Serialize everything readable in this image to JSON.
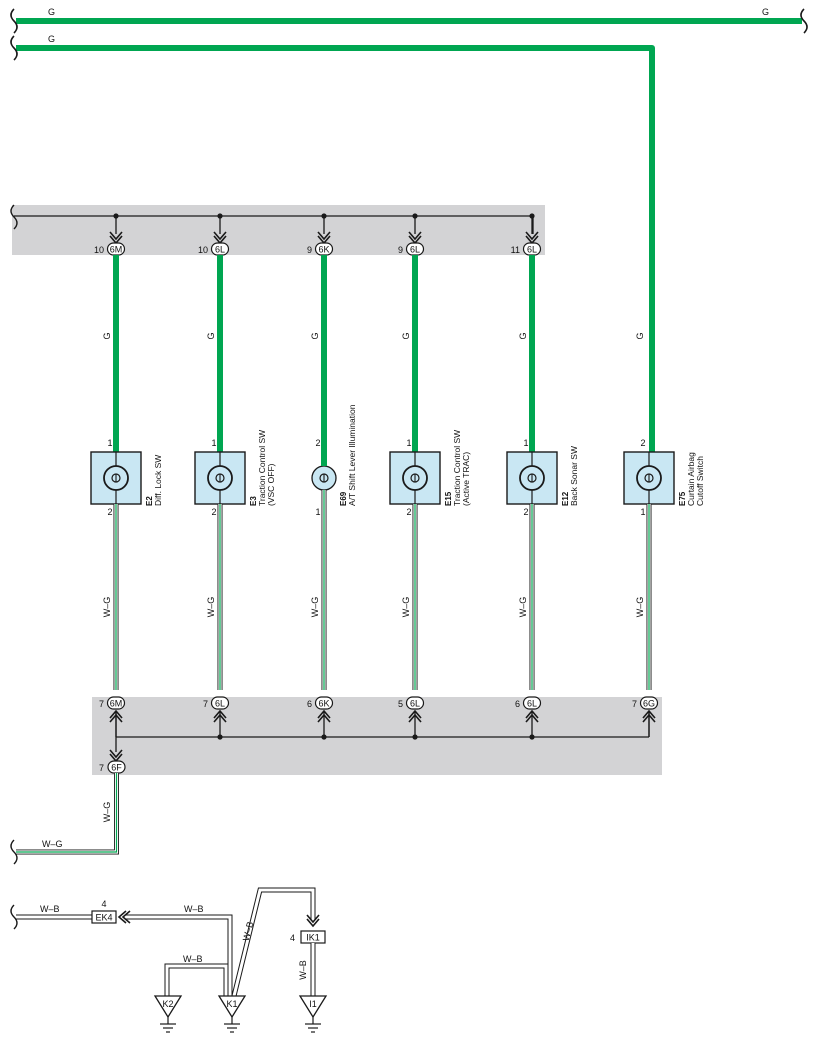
{
  "colors": {
    "green_wire": "#00a651",
    "wg_stripe": "#00a651",
    "band_gray": "#d3d3d5",
    "switch_fill": "#c9e7f3",
    "line": "#1a1a1a"
  },
  "top_wires": [
    {
      "label_left": "G",
      "label_right": "G"
    },
    {
      "label_left": "G"
    }
  ],
  "upper_junctions": [
    {
      "pin": "10",
      "conn": "6M"
    },
    {
      "pin": "10",
      "conn": "6L"
    },
    {
      "pin": "9",
      "conn": "6K"
    },
    {
      "pin": "9",
      "conn": "6L"
    },
    {
      "pin": "11",
      "conn": "6L"
    }
  ],
  "components": [
    {
      "code": "E2",
      "line1": "Diff. Lock SW",
      "line2": "",
      "pin_top": "1",
      "pin_bottom": "2",
      "wire_top": "G",
      "wire_bottom": "W–G",
      "type": "switch"
    },
    {
      "code": "E3",
      "line1": "Traction Control SW",
      "line2": "(VSC OFF)",
      "pin_top": "1",
      "pin_bottom": "2",
      "wire_top": "G",
      "wire_bottom": "W–G",
      "type": "switch"
    },
    {
      "code": "E69",
      "line1": "A/T Shift Lever Illumination",
      "line2": "",
      "pin_top": "2",
      "pin_bottom": "1",
      "wire_top": "G",
      "wire_bottom": "W–G",
      "type": "lamp"
    },
    {
      "code": "E15",
      "line1": "Traction Control SW",
      "line2": "(Active TRAC)",
      "pin_top": "1",
      "pin_bottom": "2",
      "wire_top": "G",
      "wire_bottom": "W–G",
      "type": "switch"
    },
    {
      "code": "E12",
      "line1": "Back Sonar SW",
      "line2": "",
      "pin_top": "1",
      "pin_bottom": "2",
      "wire_top": "G",
      "wire_bottom": "W–G",
      "type": "switch"
    },
    {
      "code": "E75",
      "line1": "Curtain Airbag",
      "line2": "Cutoff Switch",
      "pin_top": "2",
      "pin_bottom": "1",
      "wire_top": "G",
      "wire_bottom": "W–G",
      "type": "switch"
    }
  ],
  "lower_junctions": [
    {
      "pin": "7",
      "conn": "6M"
    },
    {
      "pin": "7",
      "conn": "6L"
    },
    {
      "pin": "6",
      "conn": "6K"
    },
    {
      "pin": "5",
      "conn": "6L"
    },
    {
      "pin": "6",
      "conn": "6L"
    },
    {
      "pin": "7",
      "conn": "6G"
    }
  ],
  "output_junction": {
    "pin": "7",
    "conn": "6F"
  },
  "output_wire": {
    "vertical": "W–G",
    "horizontal": "W–G"
  },
  "ground_section": {
    "left_wire": "W–B",
    "ek4": {
      "label": "EK4",
      "pin": "4"
    },
    "wire_to_ek4": "W–B",
    "wire_k2": "W–B",
    "wire_up": "W–B",
    "ik1": {
      "label": "IK1",
      "pin": "4"
    },
    "wire_i1": "W–B",
    "grounds": [
      "K2",
      "K1",
      "I1"
    ]
  }
}
